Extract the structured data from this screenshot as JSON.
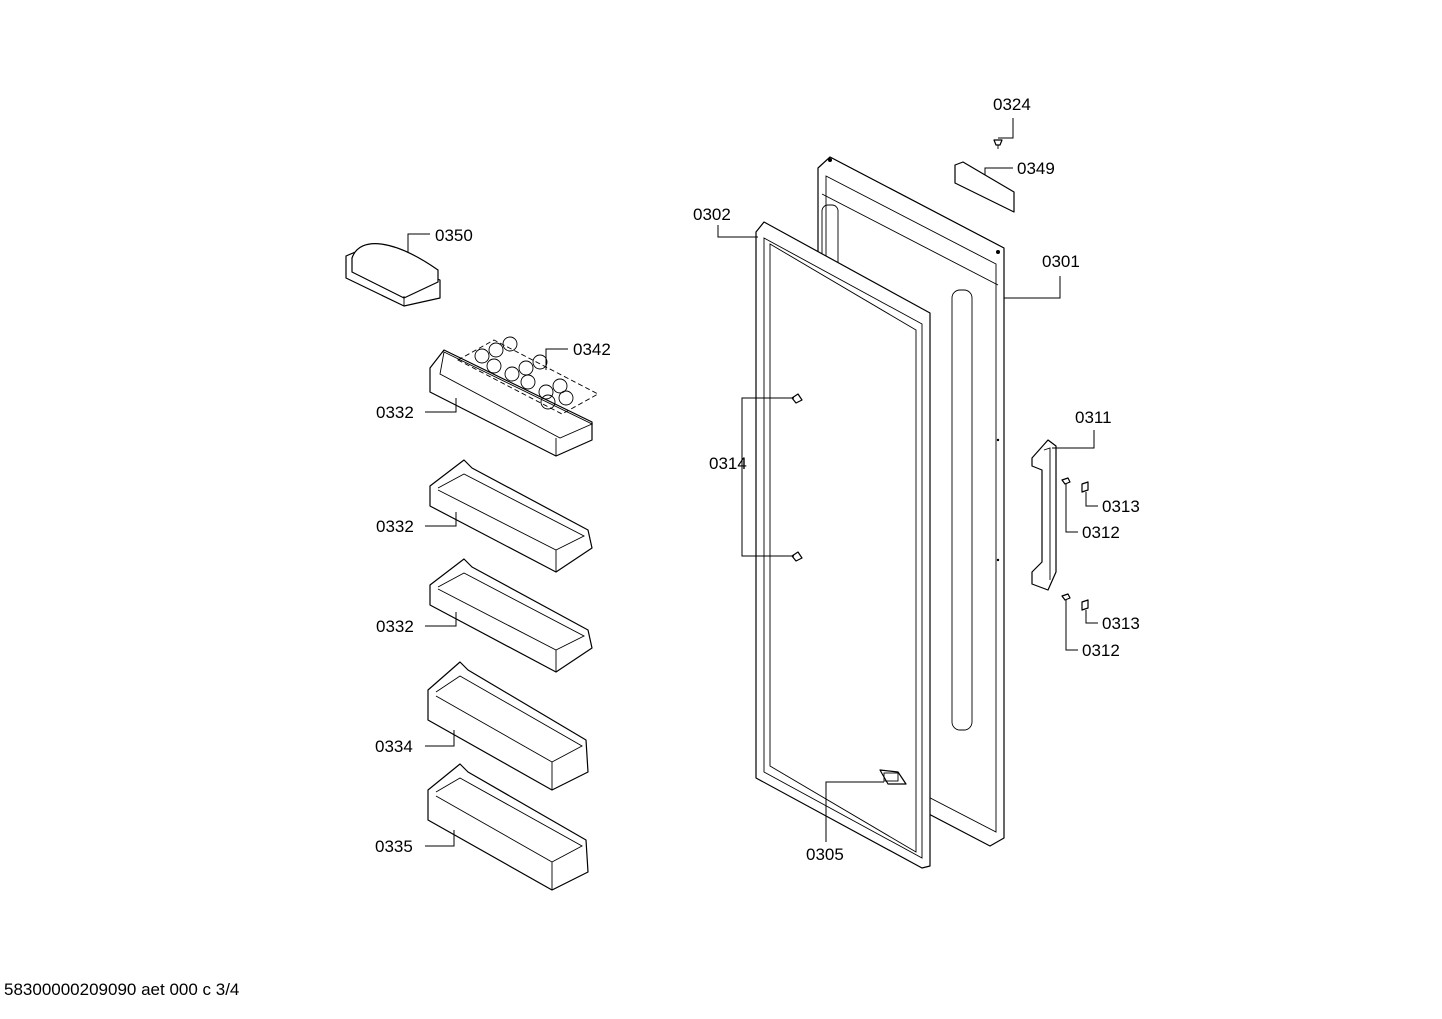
{
  "colors": {
    "line": "#000000",
    "background": "#ffffff"
  },
  "labels": {
    "p0324": "0324",
    "p0349": "0349",
    "p0350": "0350",
    "p0302": "0302",
    "p0301": "0301",
    "p0342": "0342",
    "p0332a": "0332",
    "p0332b": "0332",
    "p0332c": "0332",
    "p0334": "0334",
    "p0335": "0335",
    "p0314": "0314",
    "p0311": "0311",
    "p0313a": "0313",
    "p0312a": "0312",
    "p0313b": "0313",
    "p0312b": "0312",
    "p0305": "0305"
  },
  "footer": {
    "document_code": "58300000209090 aet 000 c 3/4"
  }
}
